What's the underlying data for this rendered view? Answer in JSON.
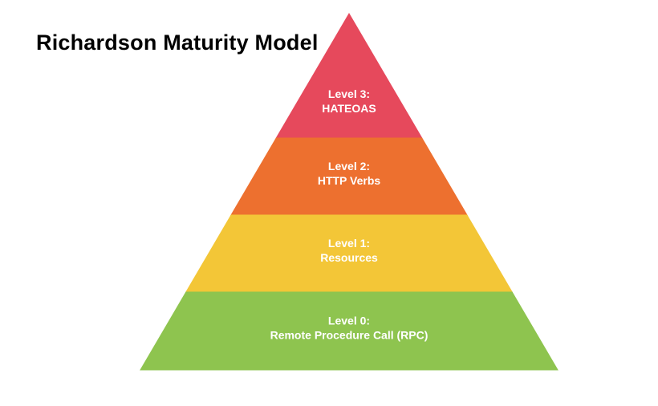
{
  "title": "Richardson Maturity Model",
  "colors": {
    "background": "#ffffff",
    "title_text": "#010101",
    "level_label_text": "#ffffff",
    "level_3_color": "#e6495c",
    "level_2_color": "#ed702f",
    "level_1_color": "#f3c637",
    "level_0_color": "#8ec44f"
  },
  "pyramid": {
    "levels": [
      {
        "id": "level-3",
        "line1": "Level 3:",
        "line2": "HATEOAS",
        "color": "#e6495c"
      },
      {
        "id": "level-2",
        "line1": "Level 2:",
        "line2": "HTTP Verbs",
        "color": "#ed702f"
      },
      {
        "id": "level-1",
        "line1": "Level 1:",
        "line2": "Resources",
        "color": "#f3c637"
      },
      {
        "id": "level-0",
        "line1": "Level 0:",
        "line2": "Remote Procedure Call (RPC)",
        "color": "#8ec44f"
      }
    ]
  }
}
